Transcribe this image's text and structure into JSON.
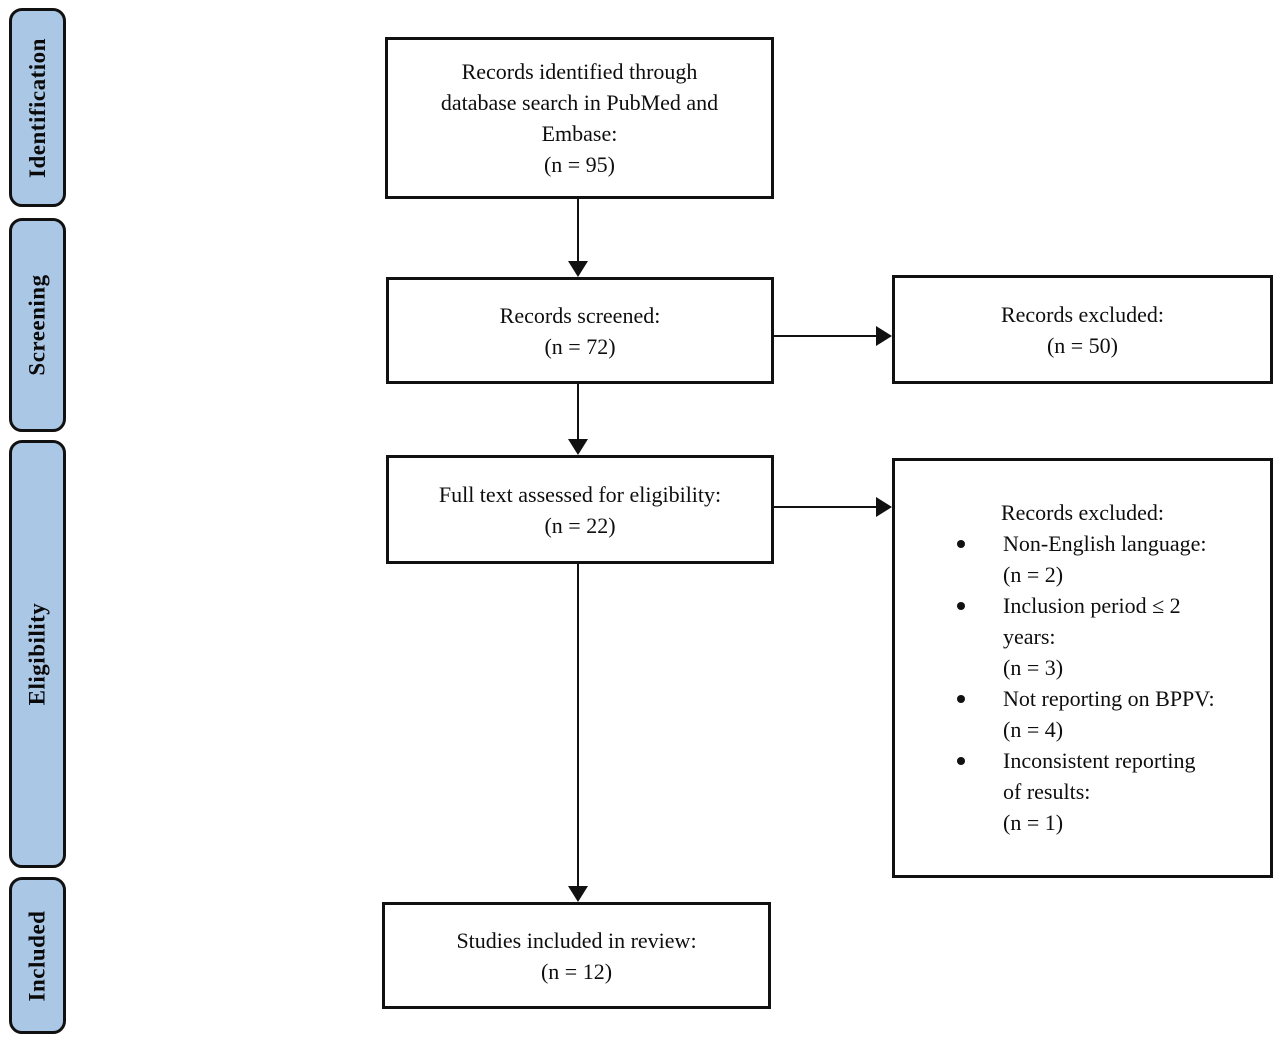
{
  "colors": {
    "stage_fill": "#abc7e6",
    "line_color": "#111111",
    "background": "#ffffff"
  },
  "stages": [
    {
      "label": "Identification"
    },
    {
      "label": "Screening"
    },
    {
      "label": "Eligibility"
    },
    {
      "label": "Included"
    }
  ],
  "boxes": {
    "identified": "Records identified through\ndatabase search in PubMed and\nEmbase:\n(n = 95)",
    "screened": "Records screened:\n(n = 72)",
    "excluded_screening": "Records excluded:\n(n = 50)",
    "fulltext": "Full text assessed for eligibility:\n(n = 22)",
    "included": "Studies included in review:\n(n = 12)"
  },
  "exclusions": {
    "title": "Records excluded:",
    "items": [
      {
        "text": "Non-English language:\n(n = 2)"
      },
      {
        "text": "Inclusion period ≤ 2\nyears:\n(n = 3)"
      },
      {
        "text": "Not reporting on BPPV:\n(n = 4)"
      },
      {
        "text": "Inconsistent reporting\nof results:\n(n = 1)"
      }
    ]
  }
}
